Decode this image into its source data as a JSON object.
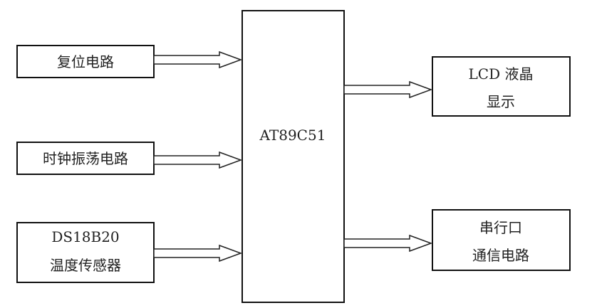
{
  "diagram": {
    "center": {
      "label": "AT89C51"
    },
    "inputs": [
      {
        "lines": [
          "复位电路"
        ]
      },
      {
        "lines": [
          "时钟振荡电路"
        ]
      },
      {
        "lines": [
          "DS18B20",
          "温度传感器"
        ]
      }
    ],
    "outputs": [
      {
        "lines": [
          "LCD 液晶",
          "显示"
        ]
      },
      {
        "lines": [
          "串行口",
          "通信电路"
        ]
      }
    ]
  }
}
